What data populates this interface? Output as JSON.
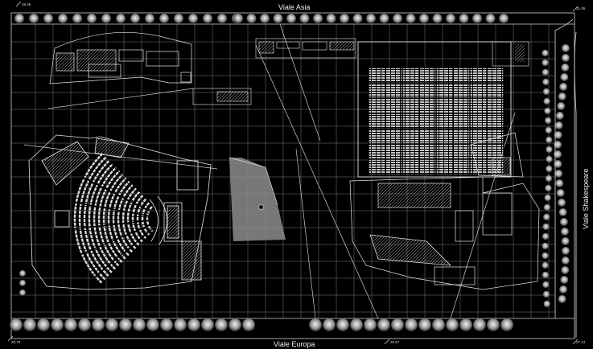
{
  "streets": {
    "north": "Viale Asia",
    "south": "Viale Europa",
    "east": "Viale Shakespeare"
  },
  "elevations": {
    "top_left": "28.46",
    "top_right": "31.06",
    "bottom_left": "28.70",
    "bottom_center": "26.67",
    "bottom_right": "27.13"
  },
  "colors": {
    "background": "#000000",
    "lines": "#e6e6e6",
    "trees": "#bdbdbd",
    "plaza_fill": "#8c8c8c"
  }
}
